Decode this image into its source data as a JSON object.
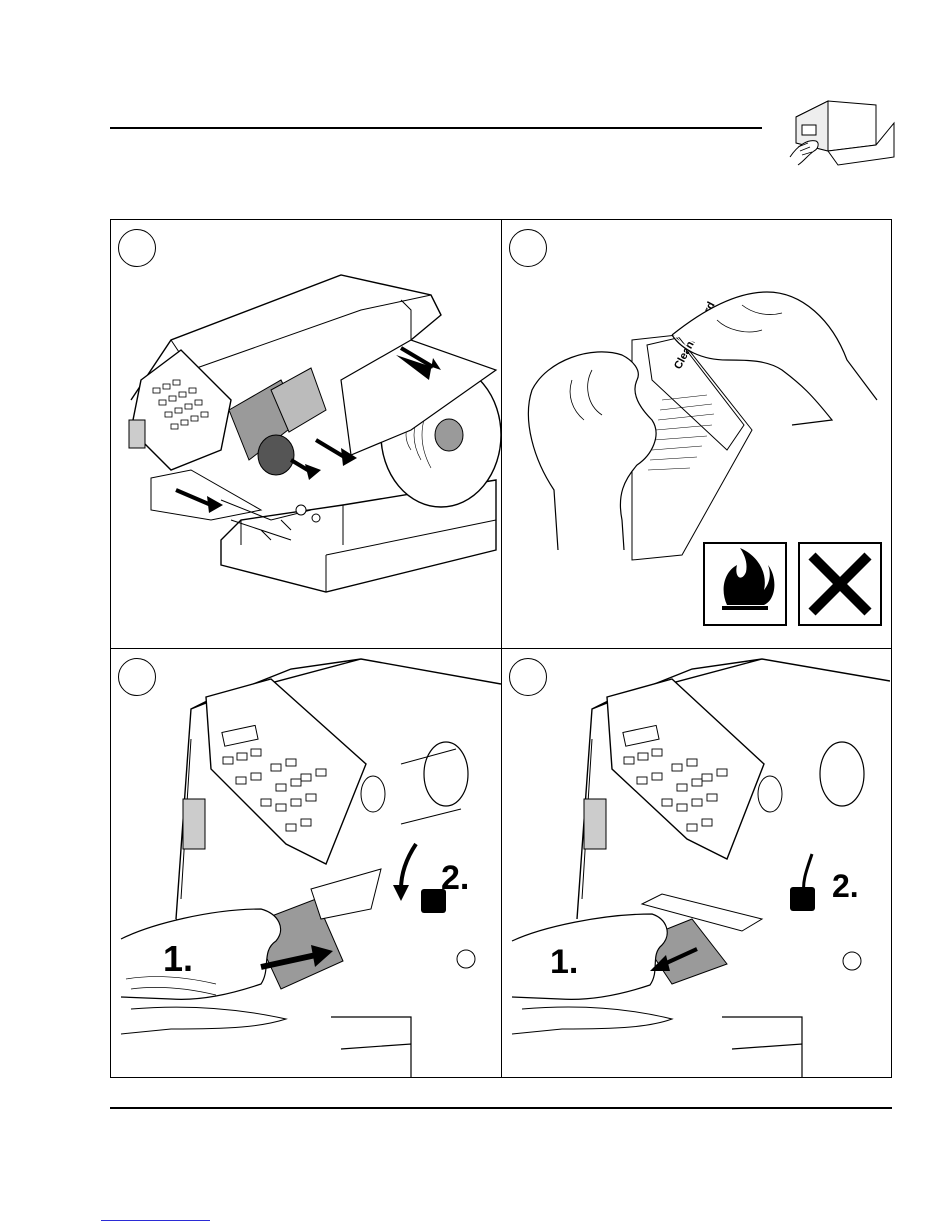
{
  "figure": {
    "panels": [
      {
        "id": "panel-1",
        "step_label": "",
        "content": "printer-open-media-removal"
      },
      {
        "id": "panel-2",
        "step_label": "",
        "content": "cleaning-card-opening",
        "card_text": "Cleaning Card"
      },
      {
        "id": "panel-3",
        "step_label": "",
        "content": "insert-cleaning-card",
        "callouts": [
          "1.",
          "2."
        ]
      },
      {
        "id": "panel-4",
        "step_label": "",
        "content": "pull-out-cleaning-card",
        "callouts": [
          "1.",
          "2."
        ]
      }
    ],
    "warning_symbols": [
      "flammable-icon",
      "harmful-irritant-icon"
    ]
  },
  "colors": {
    "ink": "#000000",
    "gray_fill": "#9a9a9a",
    "light_gray": "#d9d9d9",
    "link_line": "#2b2bd6"
  }
}
